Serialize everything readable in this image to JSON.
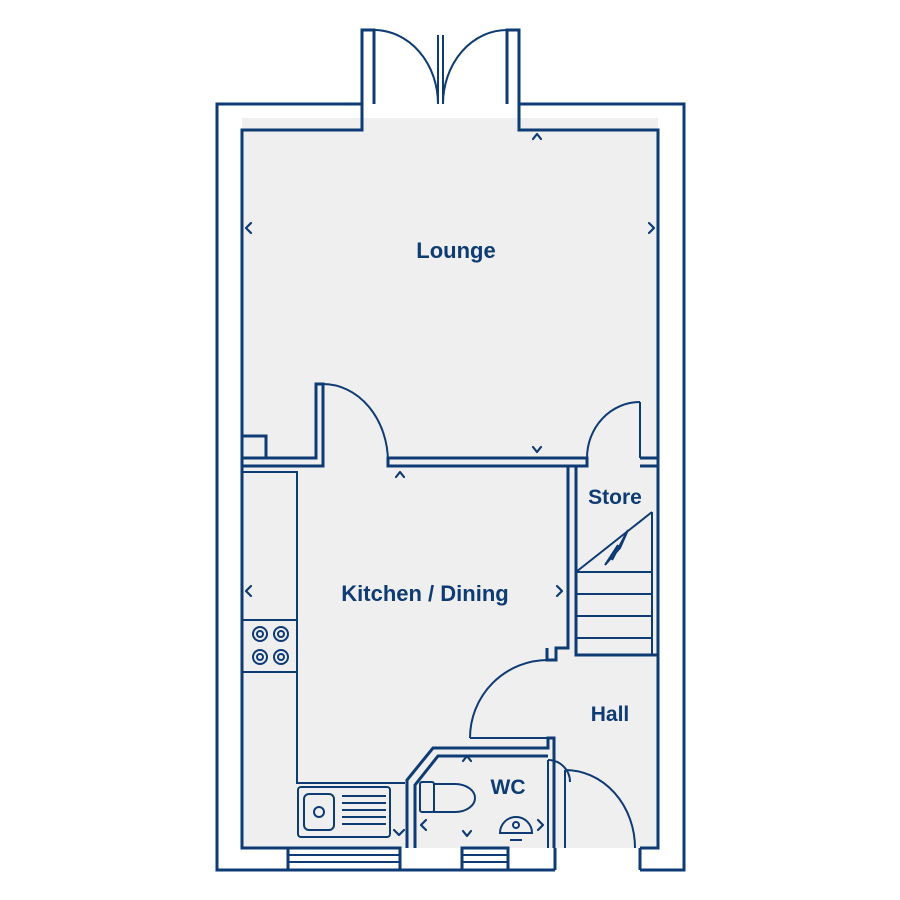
{
  "rooms": {
    "lounge": "Lounge",
    "kitchen_dining": "Kitchen / Dining",
    "store": "Store",
    "hall": "Hall",
    "wc": "WC"
  },
  "colors": {
    "wall": "#0e3b73",
    "floor": "#efefef",
    "background": "#ffffff"
  },
  "icons": [
    "hob-icon",
    "sink-icon",
    "toilet-icon",
    "basin-icon",
    "stairs-icon",
    "dimension-marker-icon"
  ]
}
